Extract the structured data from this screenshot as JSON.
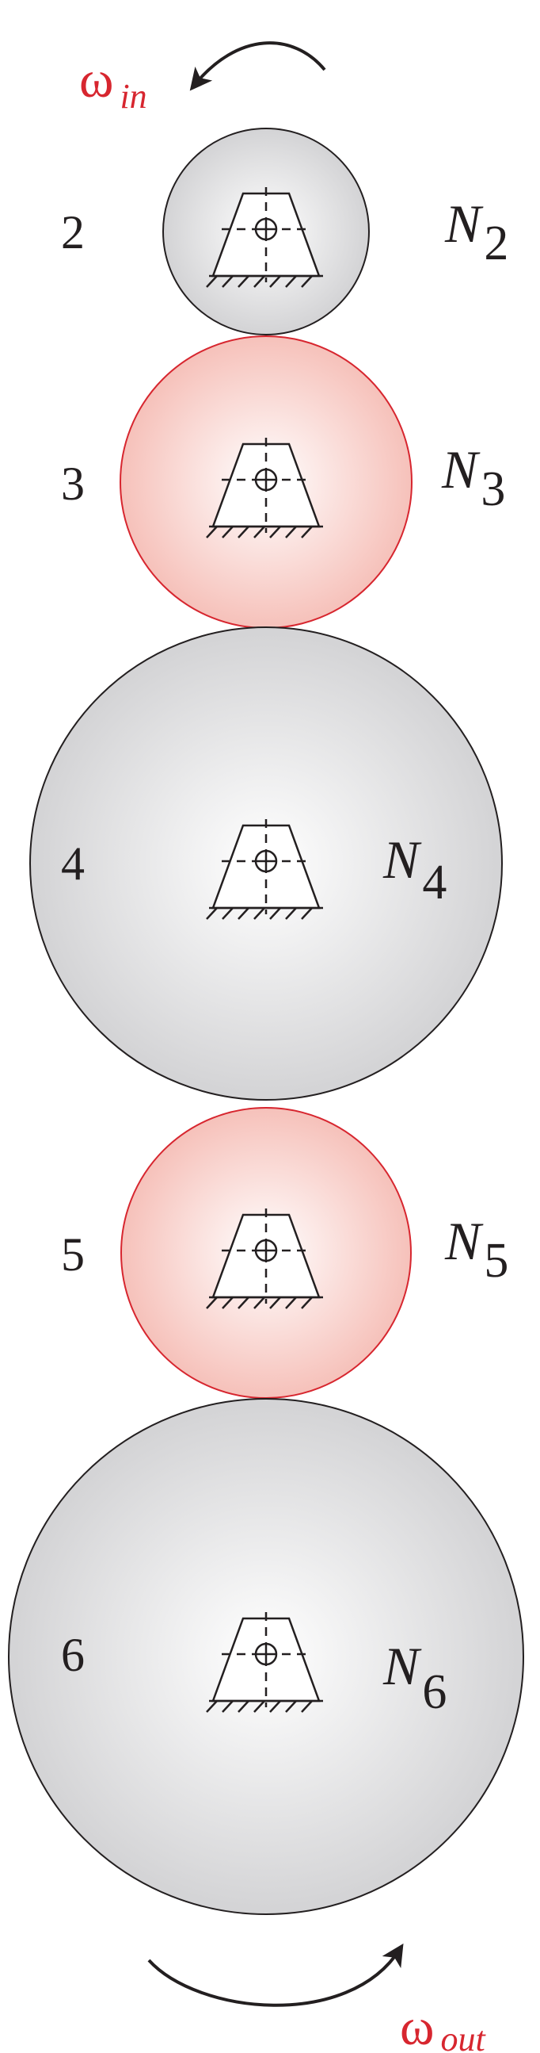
{
  "diagram": {
    "input_speed": {
      "symbol": "ω",
      "subscript": "in"
    },
    "output_speed": {
      "symbol": "ω",
      "subscript": "out"
    },
    "gears": [
      {
        "number": "2",
        "teeth_symbol": "N",
        "teeth_subscript": "2",
        "color": "#d9d9db"
      },
      {
        "number": "3",
        "teeth_symbol": "N",
        "teeth_subscript": "3",
        "color": "#f7c6c0"
      },
      {
        "number": "4",
        "teeth_symbol": "N",
        "teeth_subscript": "4",
        "color": "#d9d9db"
      },
      {
        "number": "5",
        "teeth_symbol": "N",
        "teeth_subscript": "5",
        "color": "#f7c6c0"
      },
      {
        "number": "6",
        "teeth_symbol": "N",
        "teeth_subscript": "6",
        "color": "#d9d9db"
      }
    ],
    "colors": {
      "accent_red": "#d7262f",
      "outline": "#231f20",
      "gray_gear": "#d9d9db",
      "red_gear": "#f7c6c0"
    }
  }
}
